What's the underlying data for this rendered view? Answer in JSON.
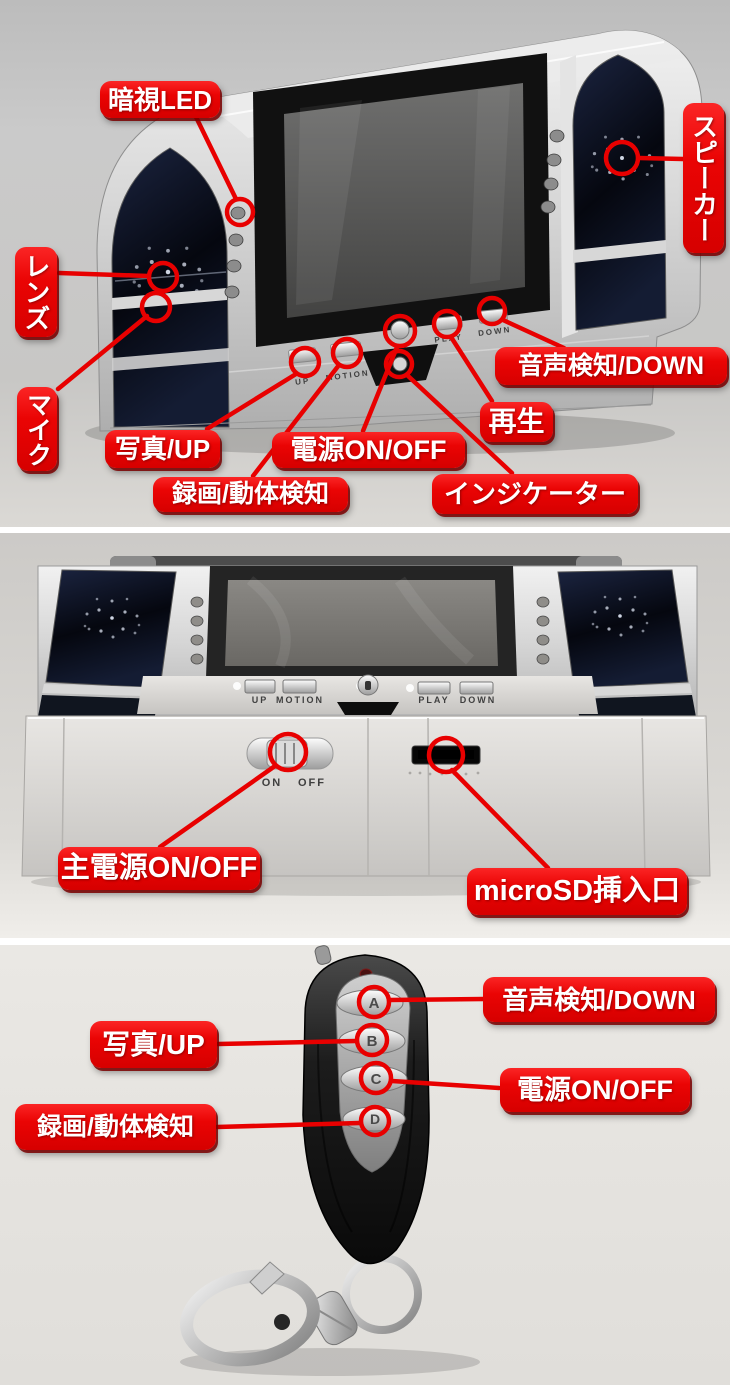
{
  "colors": {
    "annotation_red": "#e80000",
    "label_text": "#ffffff"
  },
  "panel1": {
    "labels": {
      "night_led": "暗視LED",
      "speaker": "スピーカー",
      "lens": "レンズ",
      "mic": "マイク",
      "photo_up": "写真/UP",
      "power_onoff": "電源ON/OFF",
      "record_motion": "録画/動体検知",
      "sound_down": "音声検知/DOWN",
      "play": "再生",
      "indicator": "インジケーター"
    },
    "engraved": {
      "up": "UP",
      "motion": "MOTION",
      "play": "PLAY",
      "down": "DOWN"
    }
  },
  "panel2": {
    "labels": {
      "main_power": "主電源ON/OFF",
      "microsd": "microSD挿入口"
    },
    "engraved": {
      "up": "UP",
      "motion": "MOTION",
      "play": "PLAY",
      "down": "DOWN",
      "on": "ON",
      "off": "OFF"
    }
  },
  "panel3": {
    "labels": {
      "sound_down": "音声検知/DOWN",
      "photo_up": "写真/UP",
      "power_onoff": "電源ON/OFF",
      "record_motion": "録画/動体検知"
    },
    "buttons": {
      "a": "A",
      "b": "B",
      "c": "C",
      "d": "D"
    }
  }
}
